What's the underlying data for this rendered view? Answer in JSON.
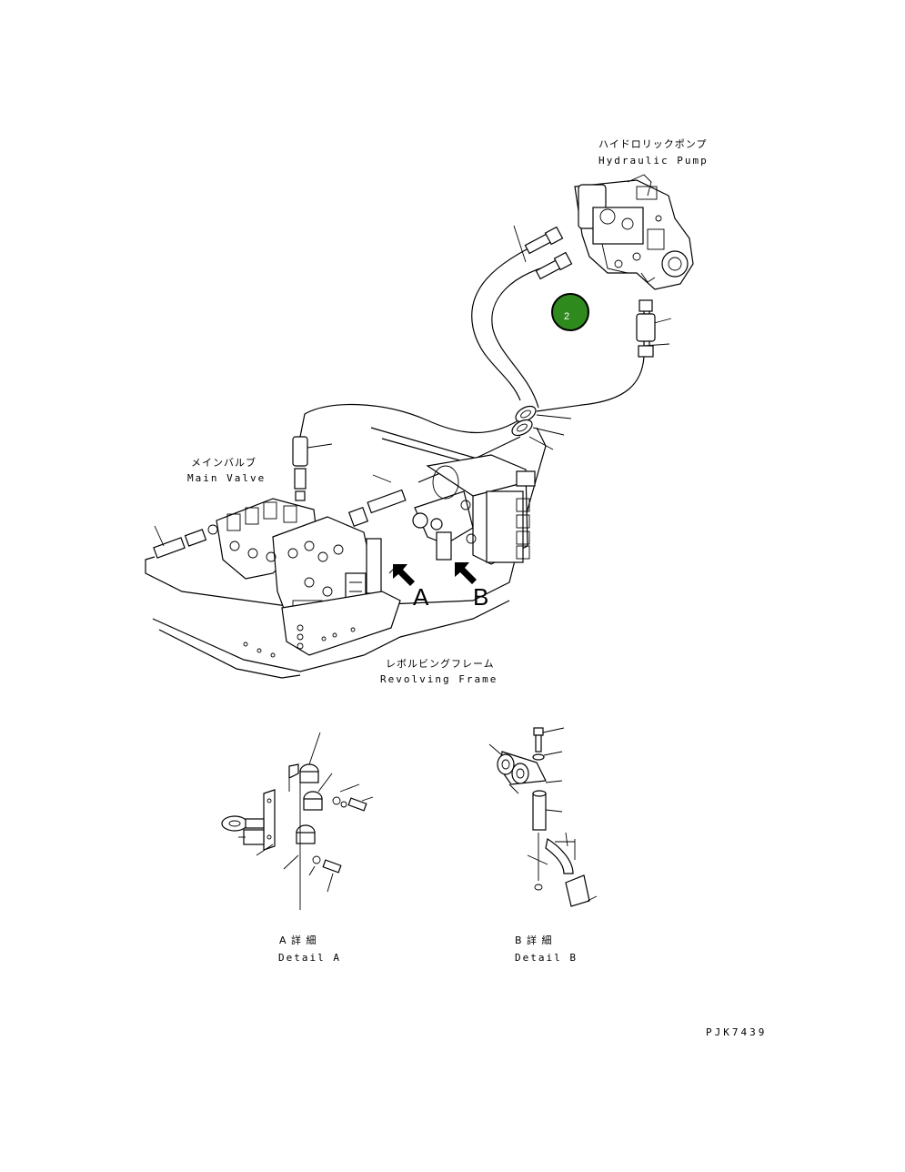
{
  "labels": {
    "pump_ja": "ハイドロリックポンプ",
    "pump_en": "Hydraulic Pump",
    "valve_ja": "メインバルブ",
    "valve_en": "Main Valve",
    "frame_ja": "レボルビングフレーム",
    "frame_en": "Revolving Frame",
    "view_a": "A",
    "view_b": "B",
    "detail_a_ja": "A 詳 細",
    "detail_a_en": "Detail A",
    "detail_b_ja": "B 詳 細",
    "detail_b_en": "Detail B",
    "drawing_code": "PJK7439"
  },
  "callout": {
    "number": "2",
    "color": "#2f8a1e"
  }
}
